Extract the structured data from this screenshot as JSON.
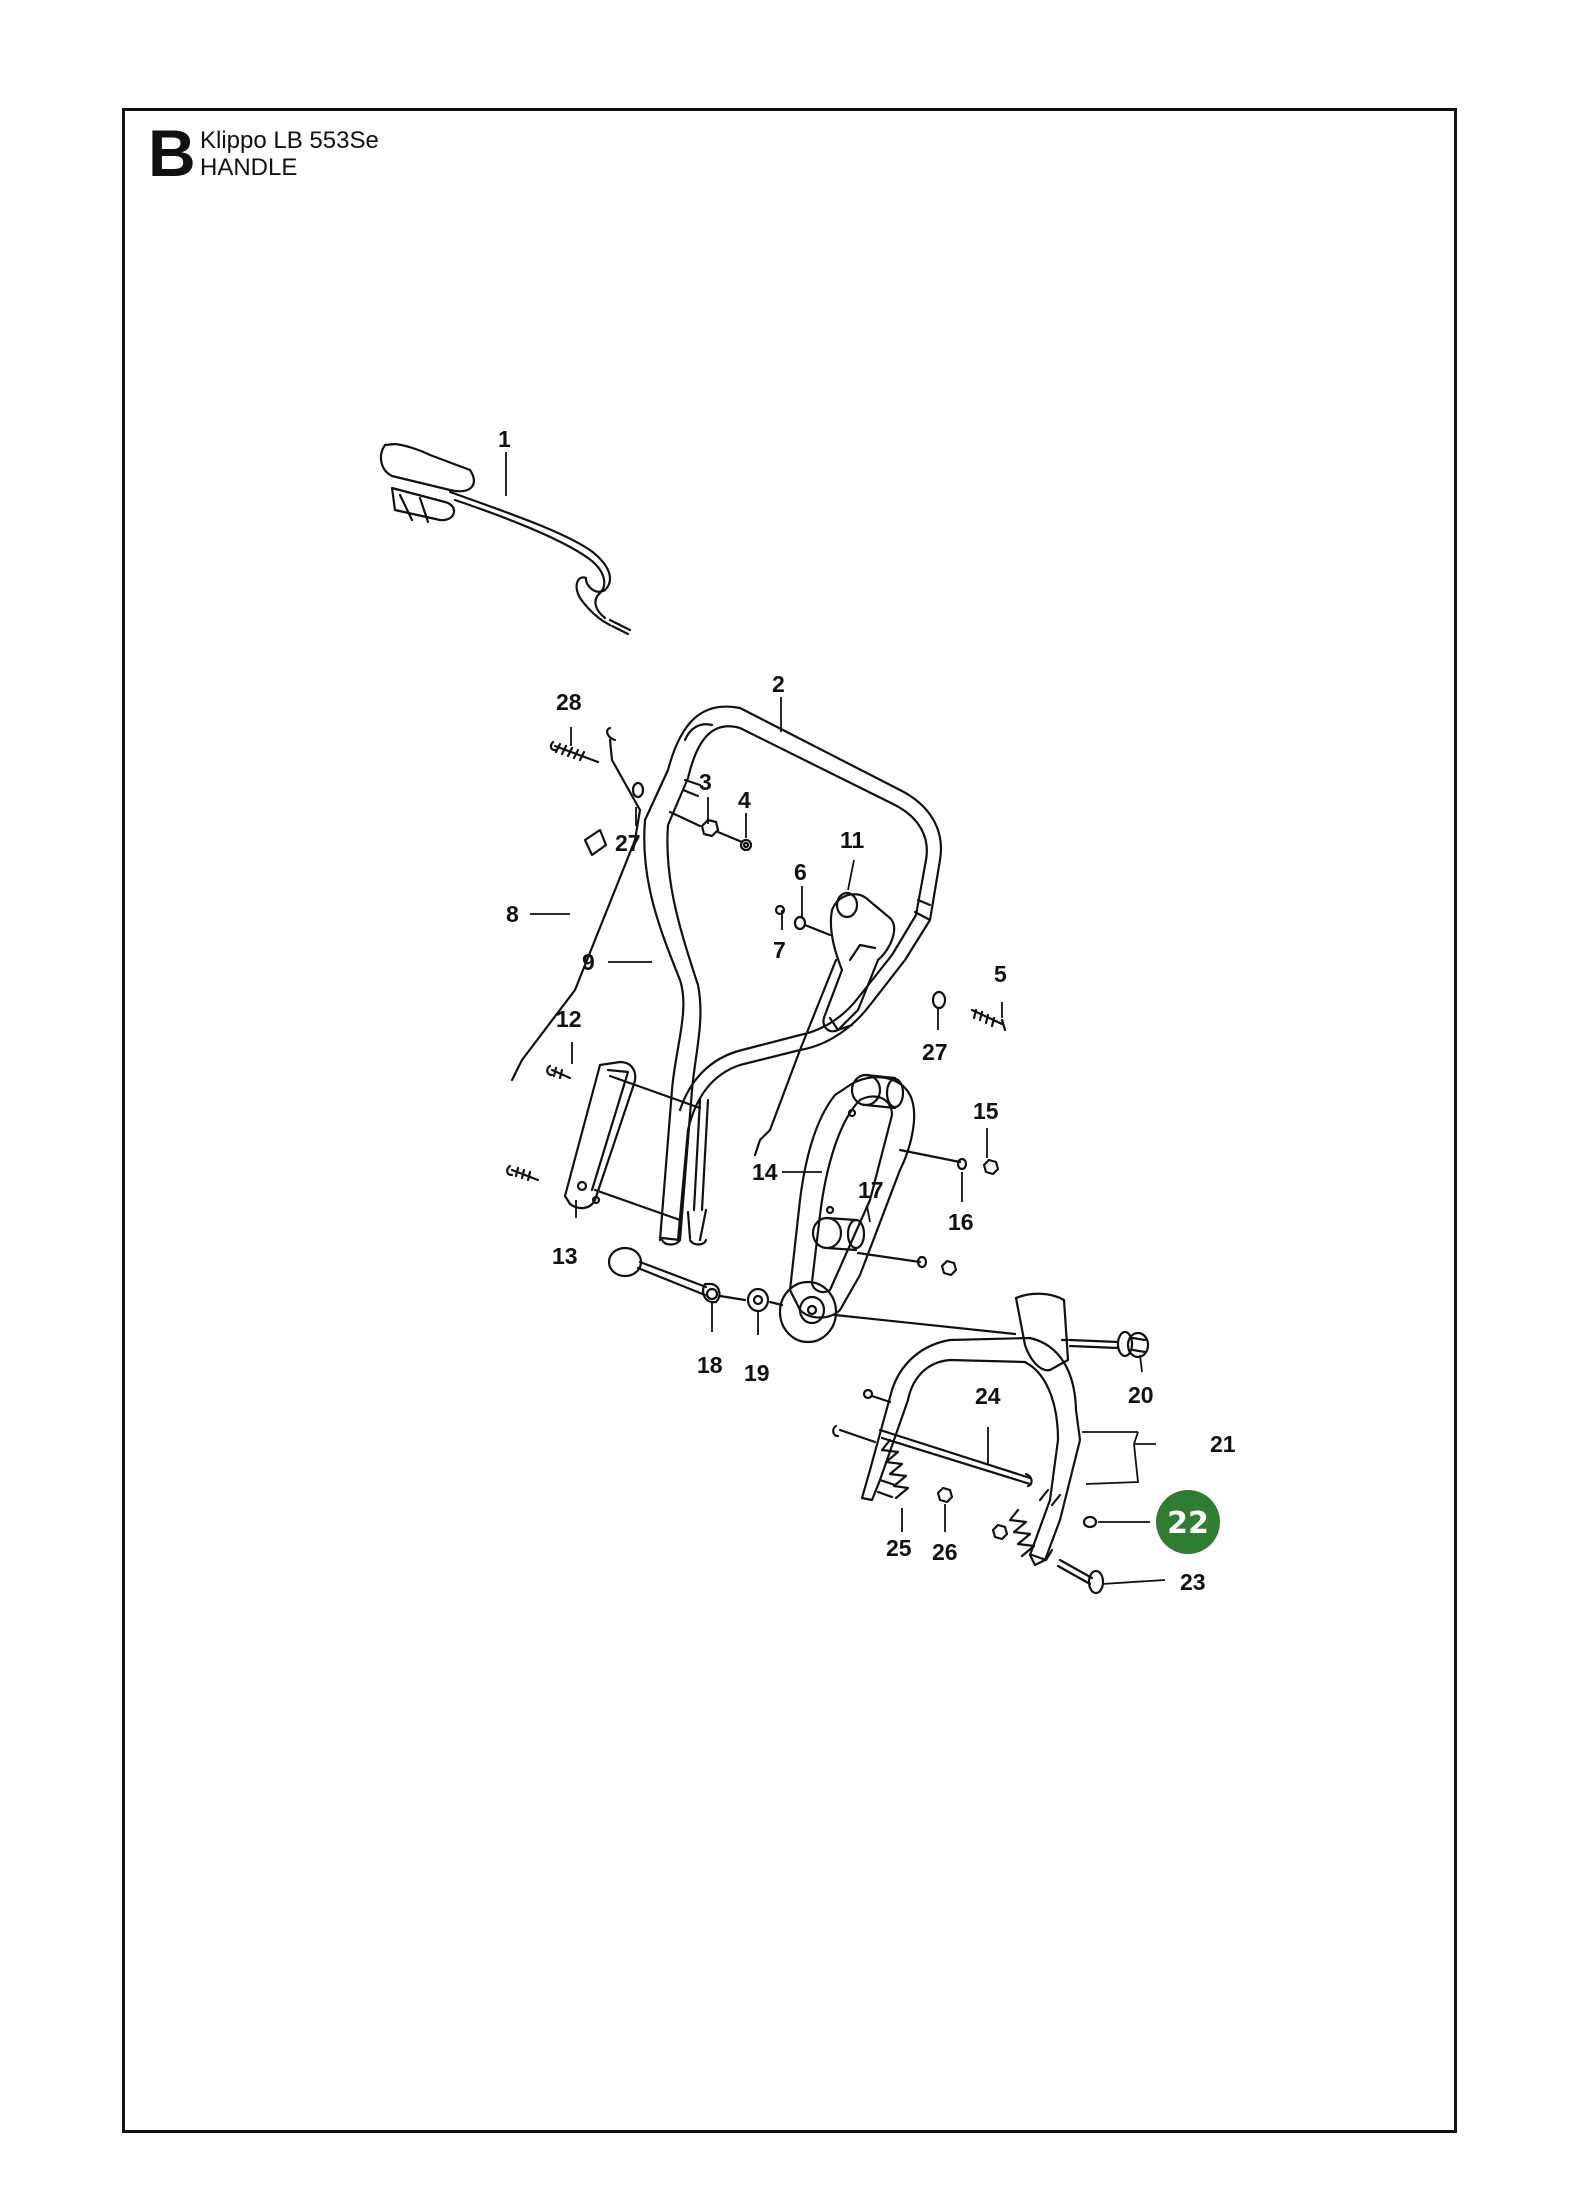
{
  "header": {
    "section_letter": "B",
    "model": "Klippo LB 553Se",
    "subtitle": "HANDLE"
  },
  "page_number": "22",
  "colors": {
    "badge": "#2e7d32",
    "line": "#111111"
  },
  "callouts": [
    "1",
    "2",
    "28",
    "3",
    "4",
    "27",
    "11",
    "6",
    "8",
    "9",
    "7",
    "5",
    "27",
    "12",
    "15",
    "14",
    "17",
    "16",
    "13",
    "18",
    "19",
    "20",
    "24",
    "21",
    "25",
    "26",
    "23"
  ]
}
